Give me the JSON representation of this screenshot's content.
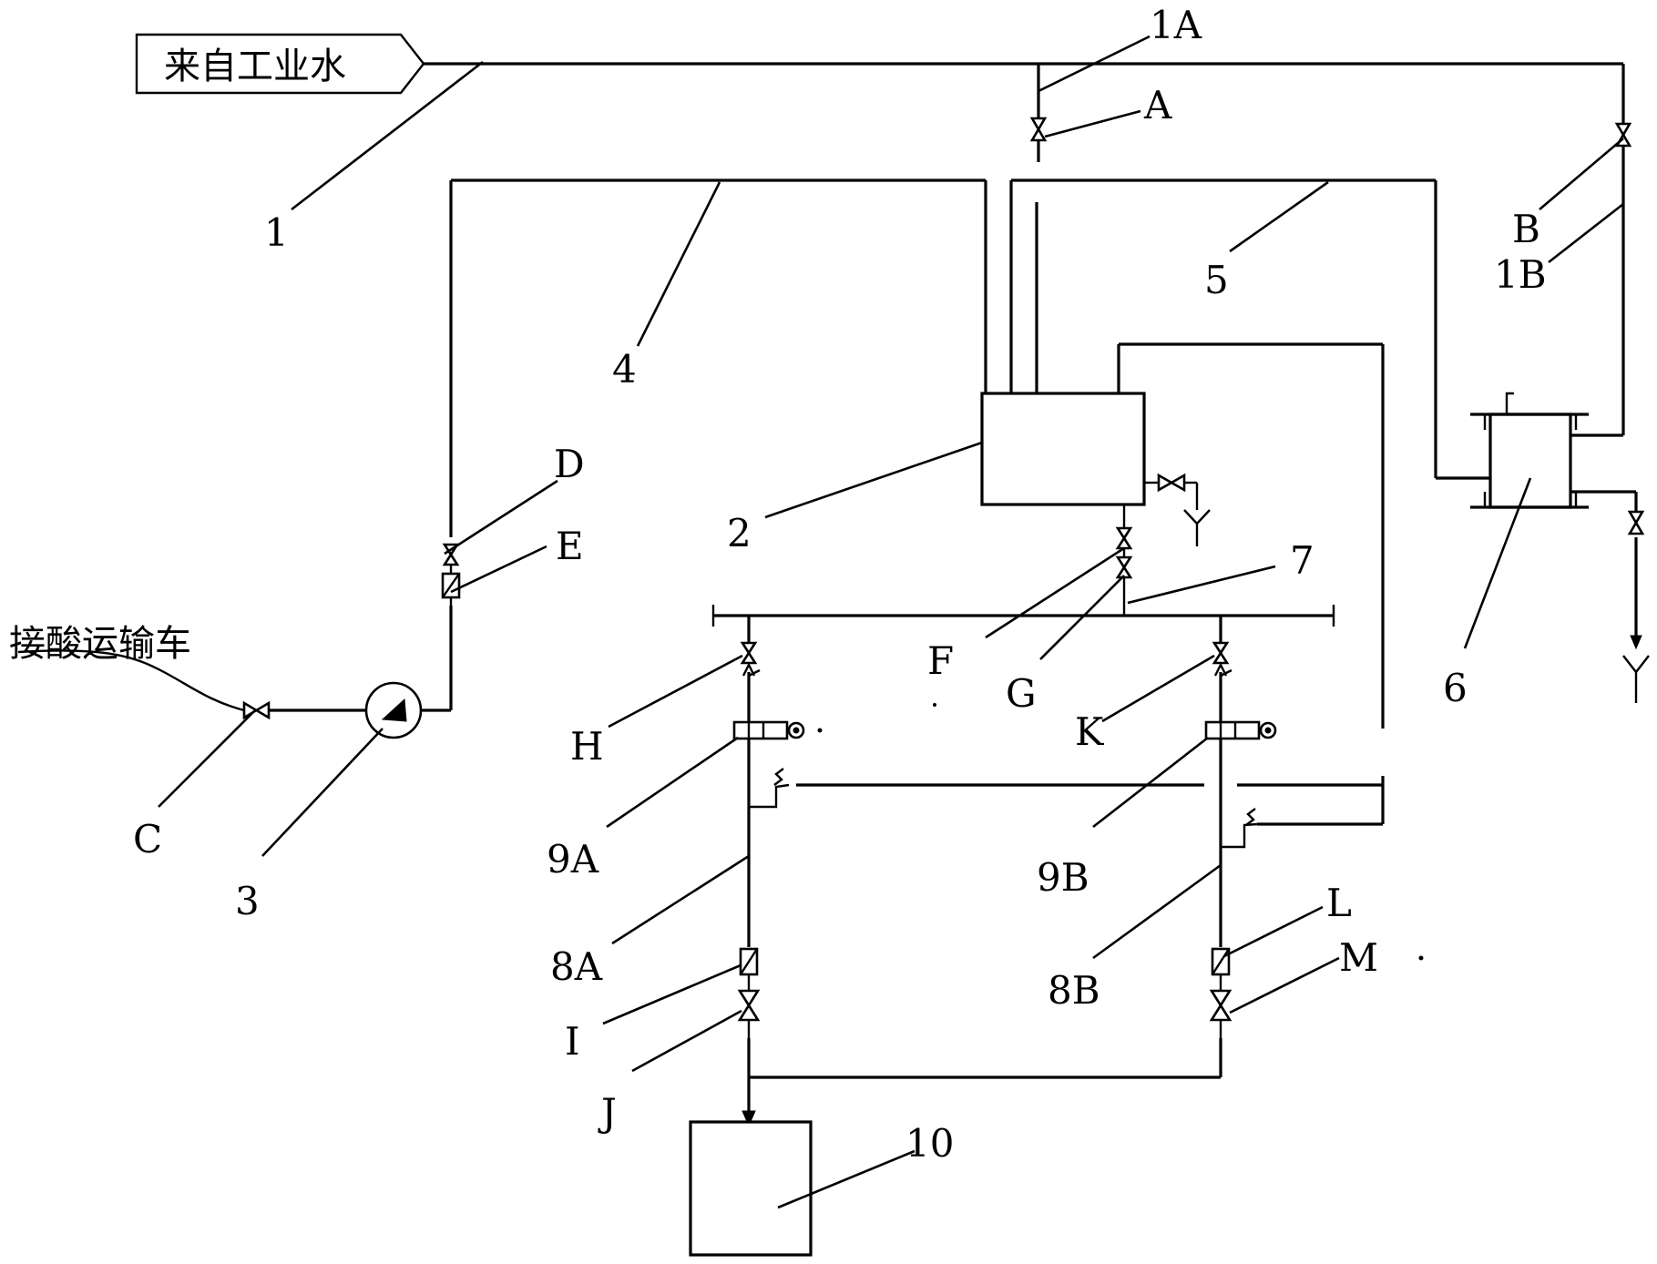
{
  "source_tag": "来自工业水",
  "truck_label": "接酸运输车",
  "labels": {
    "l1": "1",
    "l1A": "1A",
    "lA": "A",
    "lB": "B",
    "l1B": "1B",
    "l2": "2",
    "l3": "3",
    "l4": "4",
    "l5": "5",
    "l6": "6",
    "l7": "7",
    "lC": "C",
    "lD": "D",
    "lE": "E",
    "lF": "F",
    "lG": "G",
    "lH": "H",
    "lK": "K",
    "l9A": "9A",
    "l9B": "9B",
    "l8A": "8A",
    "l8B": "8B",
    "lI": "I",
    "lJ": "J",
    "lL": "L",
    "lM": "M",
    "l10": "10"
  }
}
